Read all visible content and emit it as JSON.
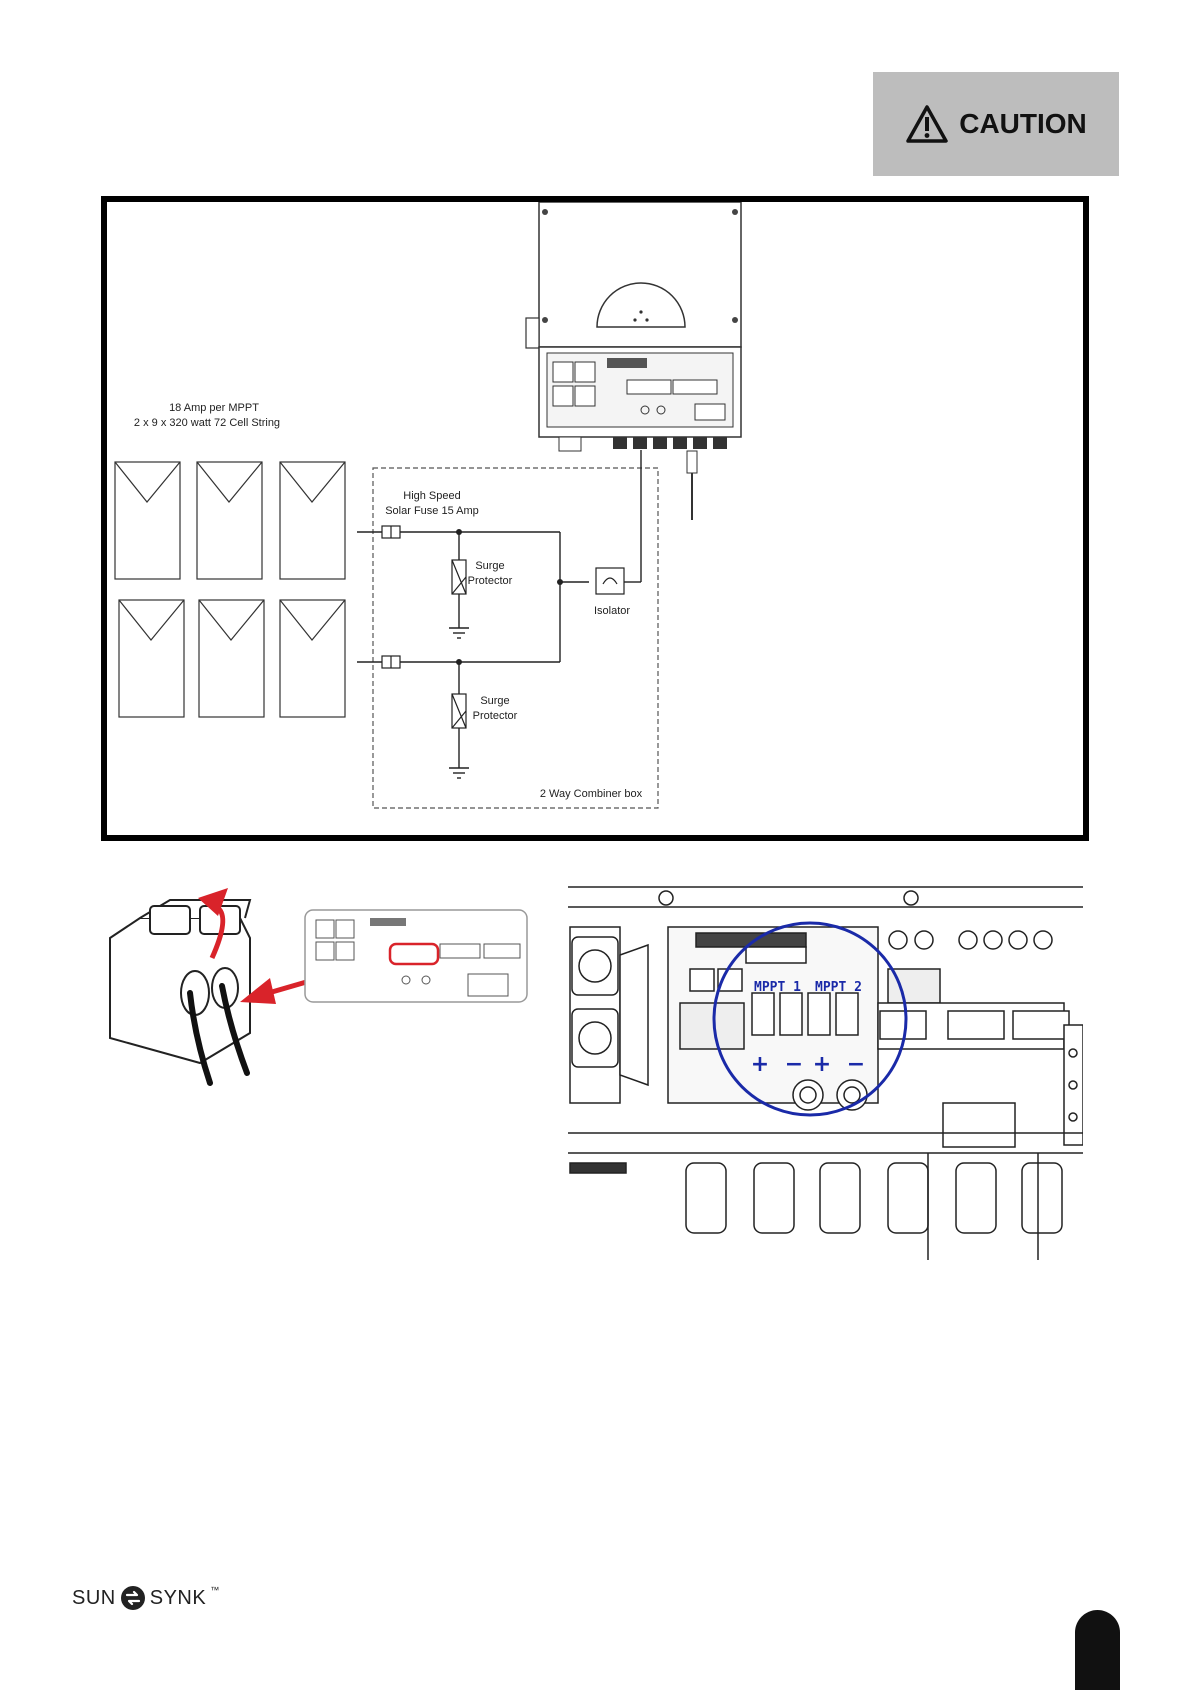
{
  "caution": {
    "label": "CAUTION",
    "icon": "warning-triangle-icon"
  },
  "diagram": {
    "array_label_line1": "18 Amp per MPPT",
    "array_label_line2": "2 x 9 x 320 watt 72 Cell String",
    "fuse_label_line1": "High Speed",
    "fuse_label_line2": "Solar Fuse 15 Amp",
    "surge_top_line1": "Surge",
    "surge_top_line2": "Protector",
    "surge_bottom_line1": "Surge",
    "surge_bottom_line2": "Protector",
    "isolator_label": "Isolator",
    "combiner_label": "2 Way Combiner box"
  },
  "terminal_closeup": {
    "mppt1_label": "MPPT 1",
    "mppt2_label": "MPPT 2",
    "mppt1_plus": "+",
    "mppt1_minus": "−",
    "mppt2_plus": "+",
    "mppt2_minus": "−"
  },
  "footer": {
    "logo_left": "SUN",
    "logo_right": "SYNK",
    "logo_mark": "™"
  },
  "colors": {
    "accent_red": "#d9232a",
    "mppt_blue": "#1a2aa8",
    "caution_bg": "#bdbdbd"
  }
}
